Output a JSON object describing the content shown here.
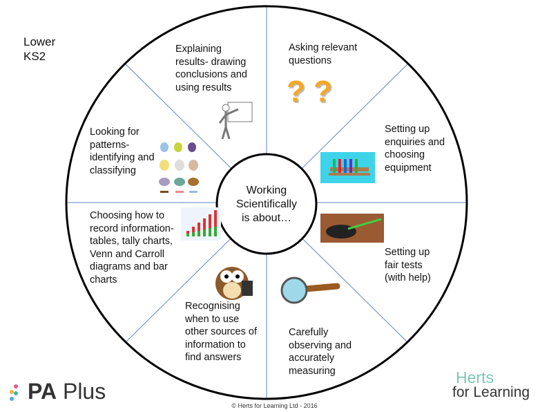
{
  "corner_label": "Lower\nKS2",
  "center_text": "Working\nScientifically\nis about…",
  "segments": [
    {
      "text": "Explaining\nresults- drawing\nconclusions and\nusing results",
      "icon": "teacher-whiteboard-icon"
    },
    {
      "text": "Asking  relevant\nquestions",
      "icon": "question-marks-icon"
    },
    {
      "text": "Setting up\nenquiries and\nchoosing\nequipment",
      "icon": "test-tube-rack-icon"
    },
    {
      "text": "Setting up\nfair tests\n(with help)",
      "icon": "pipette-experiment-icon"
    },
    {
      "text": "Carefully\nobserving and\naccurately\nmeasuring",
      "icon": "magnifying-glass-icon"
    },
    {
      "text": "Recognising\nwhen to use\nother sources of\ninformation to\nfind answers",
      "icon": "owl-with-book-icon"
    },
    {
      "text": "Choosing how to\nrecord information-\ntables, tally charts,\nVenn and Carroll\ndiagrams and bar\ncharts",
      "icon": "bar-chart-icon"
    },
    {
      "text": "Looking for\npatterns-\nidentifying and\nclassifying",
      "icon": "animals-grid-icon"
    }
  ],
  "logos": {
    "pa_bold": "PA",
    "pa_light": " Plus",
    "hfl_top": "Herts",
    "hfl_bottom": "for Learning"
  },
  "copyright": "© Herts for Learning Ltd - 2016"
}
